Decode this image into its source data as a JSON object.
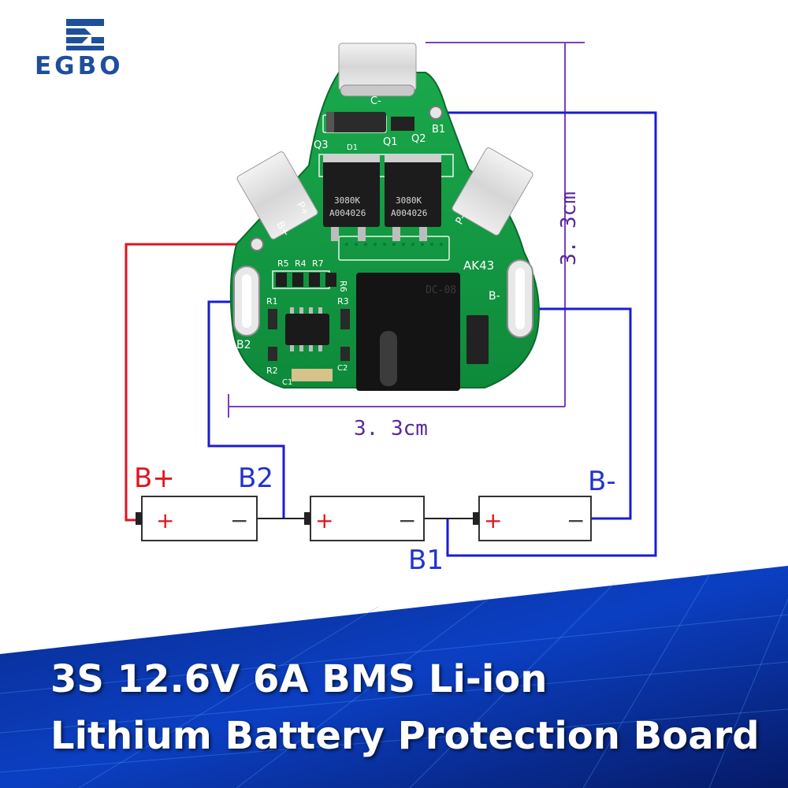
{
  "brand": {
    "logo_text": "EGBO",
    "color": "#1e4f9c"
  },
  "board": {
    "pads": {
      "c_minus": "C-",
      "b1": "B1",
      "p_plus": "P+",
      "b_plus": "B+",
      "p_minus": "P-",
      "b2": "B2",
      "b_minus": "B-"
    },
    "components": {
      "q1": "Q1",
      "q2": "Q2",
      "q3": "Q3",
      "d1": "D1",
      "mosfet_part": "3080K",
      "mosfet_code": "A004026",
      "r1": "R1",
      "r2": "R2",
      "r3": "R3",
      "r4": "R4",
      "r5": "R5",
      "r6": "R6",
      "r7": "R7",
      "c1": "C1",
      "c2": "C2",
      "model": "AK43",
      "dc_label": "DC-08"
    }
  },
  "dimensions": {
    "height_label": "3. 3cm",
    "width_label": "3. 3cm",
    "line_color": "#7b3fbf"
  },
  "wiring": {
    "labels": {
      "b_plus": "B+",
      "b2": "B2",
      "b_minus": "B-",
      "b1": "B1"
    },
    "cell_plus": "+",
    "cell_minus": "−",
    "colors": {
      "positive": "#e0141e",
      "negative": "#1b1bd6",
      "label_blue": "#2233cc"
    }
  },
  "banner": {
    "line1": "3S 12.6V 6A BMS Li-ion",
    "line2": "Lithium Battery Protection Board"
  }
}
